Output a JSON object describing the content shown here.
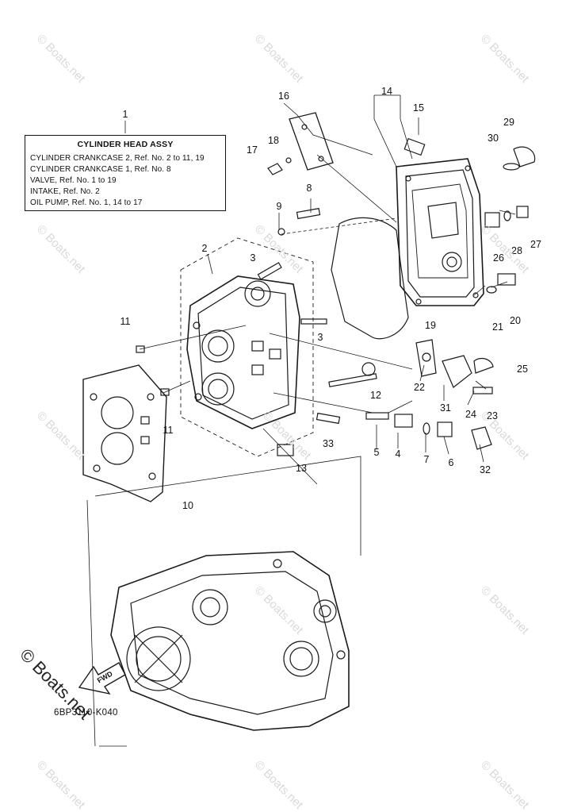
{
  "legend": {
    "callout": "1",
    "title": "CYLINDER HEAD ASSY",
    "lines": [
      "CYLINDER CRANKCASE 2, Ref. No. 2 to 11, 19",
      "CYLINDER CRANKCASE 1, Ref. No. 8",
      "VALVE, Ref. No. 1 to 19",
      "INTAKE, Ref. No. 2",
      "OIL PUMP, Ref. No. 1, 14 to 17"
    ]
  },
  "parts": {
    "p1": "1",
    "p2": "2",
    "p3a": "3",
    "p3b": "3",
    "p4": "4",
    "p5": "5",
    "p6": "6",
    "p7": "7",
    "p8": "8",
    "p9": "9",
    "p10": "10",
    "p11a": "11",
    "p11b": "11",
    "p12": "12",
    "p13": "13",
    "p14": "14",
    "p15": "15",
    "p16": "16",
    "p17": "17",
    "p18": "18",
    "p19": "19",
    "p20": "20",
    "p21": "21",
    "p22": "22",
    "p23": "23",
    "p24": "24",
    "p25": "25",
    "p26": "26",
    "p27": "27",
    "p28": "28",
    "p29": "29",
    "p30": "30",
    "p31": "31",
    "p32": "32",
    "p33": "33"
  },
  "diagram_code": "6BP3110-K040",
  "fwd_label": "FWD",
  "watermark": "© Boats.net",
  "line_color": "#1a1a1a"
}
